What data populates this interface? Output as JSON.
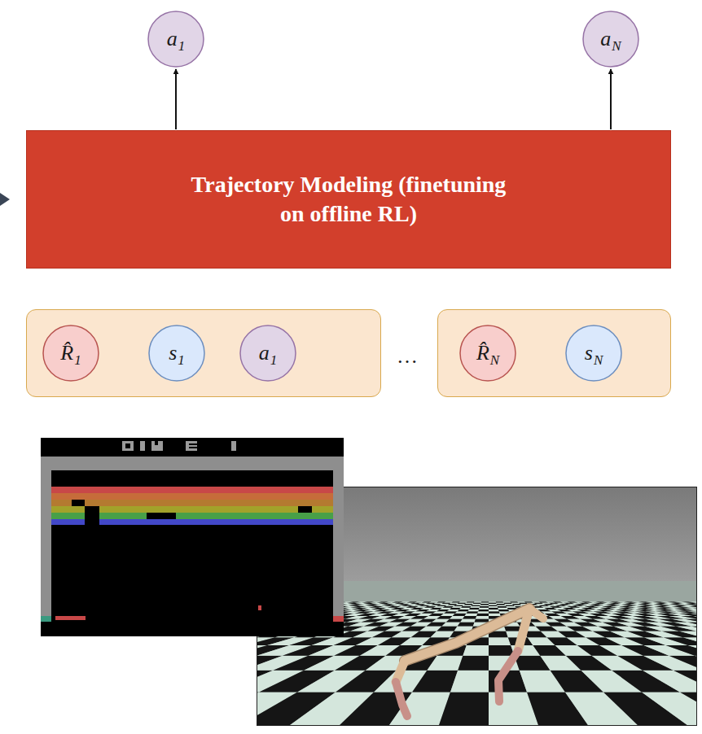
{
  "diagram": {
    "nodes": [
      {
        "text": [
          "a1"
        ]
      },
      {
        "text": [
          "aN"
        ]
      },
      {
        "text": [
          "Trajectory Modeling (finetuning on offline RL)"
        ]
      },
      {
        "text": []
      },
      {
        "text": [
          "R̂1"
        ],
        "in": 3
      },
      {
        "text": [
          "s1"
        ],
        "in": 3
      },
      {
        "text": [
          "a1"
        ],
        "in": 3
      },
      {
        "text": []
      },
      {
        "text": [
          "R̂N"
        ],
        "in": 7
      },
      {
        "text": [
          "sN"
        ],
        "in": 7
      }
    ],
    "edges": [
      {
        "from": 2,
        "to": 0,
        "arrow": "to"
      },
      {
        "from": 2,
        "to": 1,
        "arrow": "to"
      }
    ],
    "labels": [
      "…"
    ]
  }
}
